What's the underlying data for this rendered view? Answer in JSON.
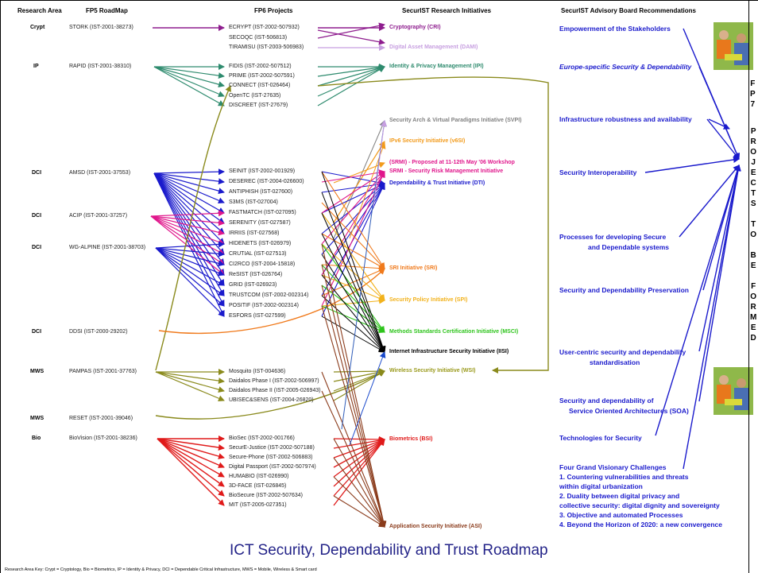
{
  "headers": {
    "research_area": "Research Area",
    "fp5": "FP5 RoadMap",
    "fp6": "FP6 Projects",
    "initiatives": "SecurIST Research Initiatives",
    "advisory": "SecurIST Advisory Board Recommendations"
  },
  "areas": [
    "Crypt",
    "IP",
    "DCI",
    "DCI",
    "DCI",
    "DCI",
    "MWS",
    "MWS",
    "Bio"
  ],
  "fp5": [
    "STORK (IST-2001-38273)",
    "RAPID (IST-2001-38310)",
    "AMSD (IST-2001-37553)",
    "ACIP (IST-2001-37257)",
    "WG-ALPINE (IST-2001-38703)",
    "DDSI (IST-2000-29202)",
    "PAMPAS (IST-2001-37763)",
    "RESET (IST-2001-39046)",
    "BioVision (IST-2001-38236)"
  ],
  "fp6": [
    "ECRYPT (IST-2002-507932)",
    "SECOQC (IST-506813)",
    "TIRAMISU (IST-2003-506983)",
    "FIDIS (IST-2002-507512)",
    "PRIME (IST-2002-507591)",
    "CONNECT (IST-026464)",
    "OpenTC (IST-27635)",
    "DISCREET (IST-27679)",
    "SEINIT (IST-2002-001929)",
    "DESEREC (IST-2004-026600)",
    "ANTIPHISH (IST-027600)",
    "S3MS (IST-027004)",
    "FASTMATCH (IST-027095)",
    "SERENITY (IST-027587)",
    "IRRIIS (IST-027568)",
    "HIDENETS (IST-026979)",
    "CRUTIAL (IST-027513)",
    "CI2RCO (IST-2004-15818)",
    "ReSIST (IST-026764)",
    "GRID (IST-026923)",
    "TRUSTCOM (IST-2002-002314)",
    "POSITIF (IST-2002-002314)",
    "ESFORS (IST-027599)",
    "Mosquito (IST-004636)",
    "Daidalos Phase I (IST-2002-506997)",
    "Daidalos Phase II (IST-2005-026943)",
    "UBISEC&SENS (IST-2004-26820)",
    "BioSec (IST-2002-001766)",
    "SecurE-Justice (IST-2002-507188)",
    "Secure-Phone (IST-2002-506883)",
    "Digital Passport (IST-2002-507974)",
    "HUMABIO (IST-026990)",
    "3D-FACE (IST-026845)",
    "BioSecure (IST-2002-507634)",
    "MIT (IST-2005-027351)"
  ],
  "initiatives": [
    {
      "label": "Cryptography (CRI)",
      "color": "#8e1d8e"
    },
    {
      "label": "Digital Asset Management (DAMI)",
      "color": "#c79fe0"
    },
    {
      "label": "Identity & Privacy Management (IPI)",
      "color": "#2e8b6e"
    },
    {
      "label": "Security Arch & Virtual Paradigms Initiative (SVPI)",
      "color": "#808080"
    },
    {
      "label": "IPv6 Security Initiative (v6SI)",
      "color": "#f29b1c"
    },
    {
      "label": "(SRMI) - Proposed at 11-12th May '06 Workshop",
      "color": "#e0178c"
    },
    {
      "label": "SRMI - Security Risk Management Initiative",
      "color": "#e0178c"
    },
    {
      "label": "Dependability & Trust Initiative (DTI)",
      "color": "#1a1acc"
    },
    {
      "label": "SRI Initiative (SRI)",
      "color": "#f07a1c"
    },
    {
      "label": "Security Policy Initiative (SPI)",
      "color": "#f2b21c"
    },
    {
      "label": "Methods Standards Certification Initiative (MSCI)",
      "color": "#2ec41c"
    },
    {
      "label": "Internet Infrastructure Security Initiative (IISI)",
      "color": "#000000"
    },
    {
      "label": "Wireless Security Initiative (WSI)",
      "color": "#9a9a1c"
    },
    {
      "label": "Biometrics (BSI)",
      "color": "#e01a1a"
    },
    {
      "label": "Application Security Initiative (ASI)",
      "color": "#8b3c1c"
    }
  ],
  "recommendations": [
    "Empowerment of the Stakeholders",
    "Europe-specific Security & Dependability",
    "Infrastructure robustness and availability",
    "Security Interoperability",
    "Processes for developing Secure",
    "and Dependable systems",
    "Security and Dependability Preservation",
    "User-centric security and dependability",
    "standardisation",
    "Security and dependability of",
    "Service Oriented Architectures (SOA)",
    "Technologies for Security",
    "Four Grand Visionary Challenges",
    "1. Countering vulnerabilities and threats",
    "within digital urbanization",
    "2. Duality between digital privacy and",
    "collective security: digital dignity and sovereignty",
    "3. Objective and automated Processes",
    "4. Beyond the Horizon of 2020: a new convergence"
  ],
  "vertical_text_1": [
    "F",
    "P",
    "7"
  ],
  "vertical_text_2": [
    "P",
    "R",
    "O",
    "J",
    "E",
    "C",
    "T",
    "S",
    "",
    "T",
    "O",
    "",
    "B",
    "E",
    "",
    "F",
    "O",
    "R",
    "M",
    "E",
    "D"
  ],
  "title": "ICT Security, Dependability and Trust Roadmap",
  "key": "Research Area Key: Crypt = Cryptology, Bio = Biometrics, IP = Identity & Privacy, DCI = Dependable Critical Infrastructure, MWS = Mobile, Wireless & Smart card",
  "colors": {
    "blue": "#1a1acc",
    "olive": "#8a8a1c",
    "red": "#e01a1a",
    "purple": "#8e1d8e",
    "teal": "#2e8b6e"
  }
}
